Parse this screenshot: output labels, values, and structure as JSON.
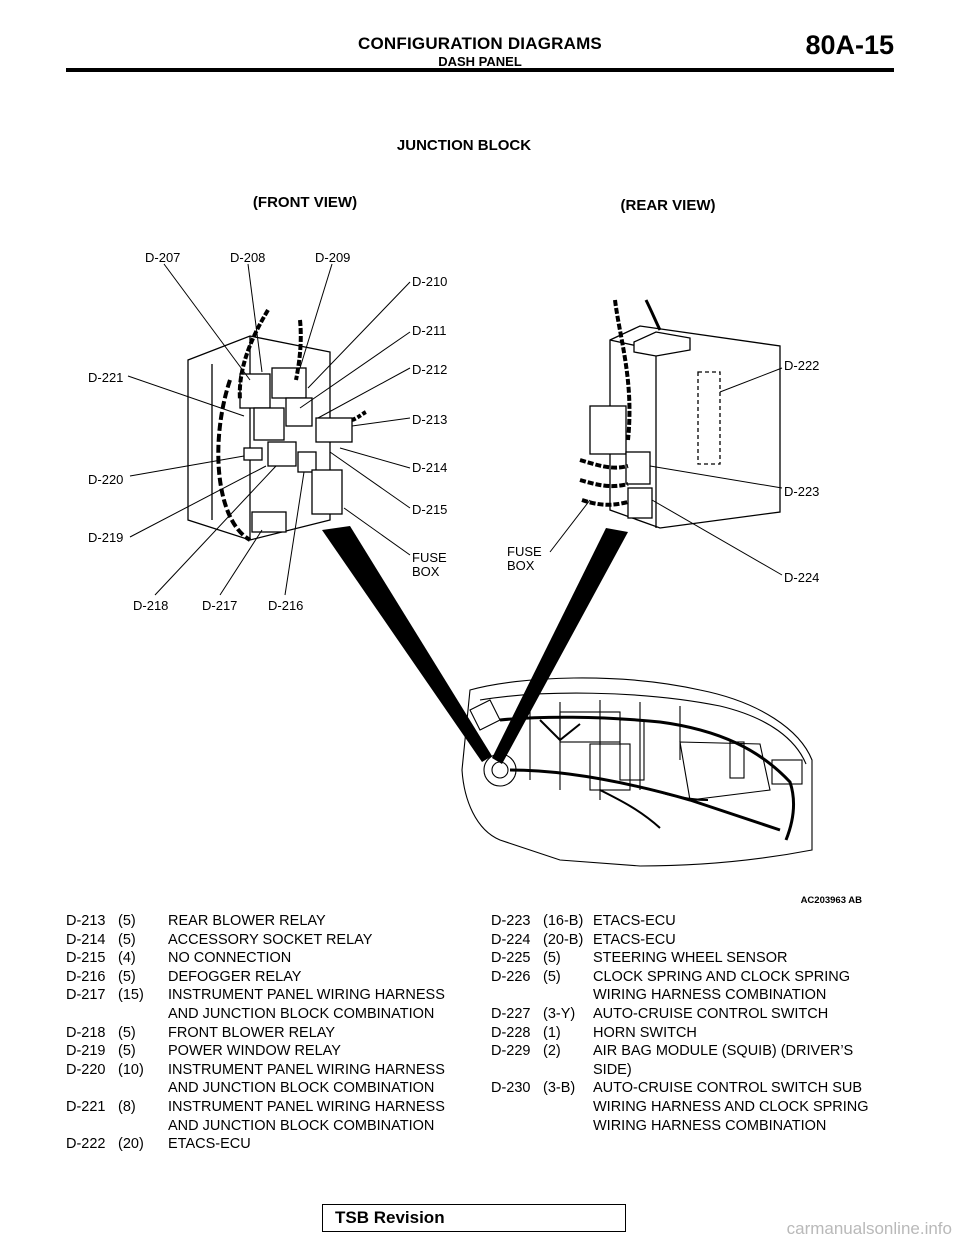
{
  "header": {
    "title": "CONFIGURATION DIAGRAMS",
    "subtitle": "DASH PANEL",
    "code": "80A-15"
  },
  "diagram": {
    "title": "JUNCTION BLOCK",
    "front_view": "(FRONT VIEW)",
    "rear_view": "(REAR VIEW)",
    "front_labels": {
      "d207": "D-207",
      "d208": "D-208",
      "d209": "D-209",
      "d210": "D-210",
      "d211": "D-211",
      "d212": "D-212",
      "d213": "D-213",
      "d214": "D-214",
      "d215": "D-215",
      "d216": "D-216",
      "d217": "D-217",
      "d218": "D-218",
      "d219": "D-219",
      "d220": "D-220",
      "d221": "D-221",
      "fuse1": "FUSE",
      "box1": "BOX"
    },
    "rear_labels": {
      "d222": "D-222",
      "d223": "D-223",
      "d224": "D-224",
      "fuse2": "FUSE",
      "box2": "BOX"
    },
    "figure_id": "AC203963 AB"
  },
  "connectors_left": [
    {
      "code": "D-213",
      "pins": "(5)",
      "desc": [
        "REAR BLOWER RELAY"
      ]
    },
    {
      "code": "D-214",
      "pins": "(5)",
      "desc": [
        "ACCESSORY SOCKET RELAY"
      ]
    },
    {
      "code": "D-215",
      "pins": "(4)",
      "desc": [
        "NO CONNECTION"
      ]
    },
    {
      "code": "D-216",
      "pins": "(5)",
      "desc": [
        "DEFOGGER RELAY"
      ]
    },
    {
      "code": "D-217",
      "pins": "(15)",
      "desc": [
        "INSTRUMENT PANEL WIRING HARNESS",
        "AND JUNCTION BLOCK COMBINATION"
      ]
    },
    {
      "code": "D-218",
      "pins": "(5)",
      "desc": [
        "FRONT BLOWER RELAY"
      ]
    },
    {
      "code": "D-219",
      "pins": "(5)",
      "desc": [
        "POWER WINDOW RELAY"
      ]
    },
    {
      "code": "D-220",
      "pins": "(10)",
      "desc": [
        "INSTRUMENT PANEL WIRING HARNESS",
        "AND JUNCTION BLOCK COMBINATION"
      ]
    },
    {
      "code": "D-221",
      "pins": "(8)",
      "desc": [
        "INSTRUMENT PANEL WIRING HARNESS",
        "AND JUNCTION BLOCK COMBINATION"
      ]
    },
    {
      "code": "D-222",
      "pins": "(20)",
      "desc": [
        "ETACS-ECU"
      ]
    }
  ],
  "connectors_right": [
    {
      "code": "D-223",
      "pins": "(16-B)",
      "desc": [
        "ETACS-ECU"
      ]
    },
    {
      "code": "D-224",
      "pins": "(20-B)",
      "desc": [
        "ETACS-ECU"
      ]
    },
    {
      "code": "D-225",
      "pins": "(5)",
      "desc": [
        "STEERING WHEEL SENSOR"
      ]
    },
    {
      "code": "D-226",
      "pins": "(5)",
      "desc": [
        "CLOCK SPRING AND CLOCK SPRING",
        "WIRING HARNESS COMBINATION"
      ]
    },
    {
      "code": "D-227",
      "pins": "(3-Y)",
      "desc": [
        "AUTO-CRUISE CONTROL SWITCH"
      ]
    },
    {
      "code": "D-228",
      "pins": "(1)",
      "desc": [
        "HORN SWITCH"
      ]
    },
    {
      "code": "D-229",
      "pins": "(2)",
      "desc": [
        "AIR BAG MODULE (SQUIB) (DRIVER’S",
        "SIDE)"
      ]
    },
    {
      "code": "D-230",
      "pins": "(3-B)",
      "desc": [
        "AUTO-CRUISE CONTROL SWITCH SUB",
        "WIRING HARNESS AND CLOCK SPRING",
        "WIRING HARNESS COMBINATION"
      ]
    }
  ],
  "footer": {
    "tsb": "TSB Revision",
    "watermark": "carmanualsonline.info"
  }
}
